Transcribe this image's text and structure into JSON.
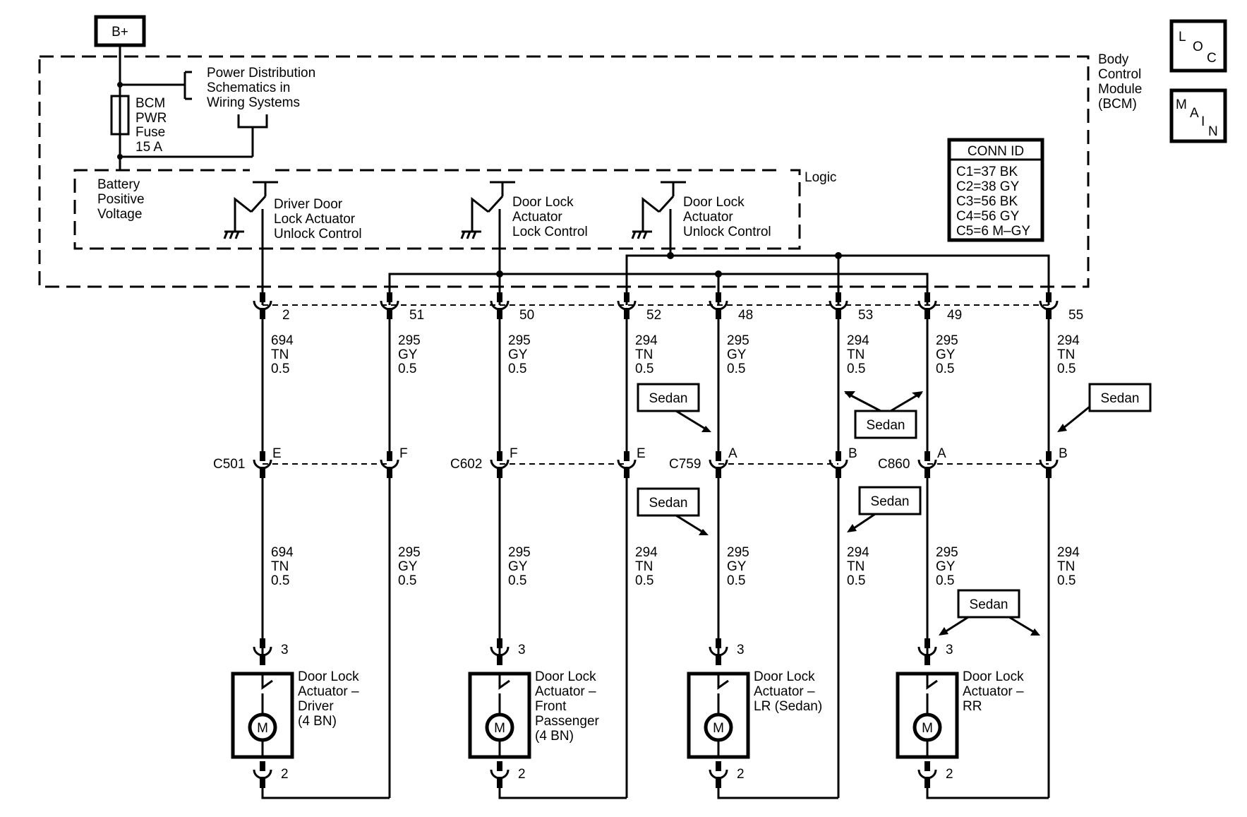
{
  "power": {
    "b_plus": "B+"
  },
  "module": {
    "title": [
      "Body",
      "Control",
      "Module",
      "(BCM)"
    ],
    "logic": "Logic",
    "power_dist": [
      "Power Distribution",
      "Schematics in",
      "Wiring Systems"
    ],
    "fuse": [
      "BCM",
      "PWR",
      "Fuse",
      "15 A"
    ],
    "battery": [
      "Battery",
      "Positive",
      "Voltage"
    ],
    "switches": [
      [
        "Driver Door",
        "Lock Actuator",
        "Unlock Control"
      ],
      [
        "Door Lock",
        "Actuator",
        "Lock Control"
      ],
      [
        "Door Lock",
        "Actuator",
        "Unlock Control"
      ]
    ]
  },
  "conn_id": {
    "title": "CONN ID",
    "rows": [
      "C1=37 BK",
      "C2=38 GY",
      "C3=56 BK",
      "C4=56 GY",
      "C5=6 M–GY"
    ]
  },
  "corner_icons": {
    "loc": [
      "L",
      "O",
      "C"
    ],
    "main": [
      "M",
      "A",
      "I",
      "N"
    ]
  },
  "bcm_pins": [
    "2",
    "51",
    "50",
    "52",
    "48",
    "53",
    "49",
    "55"
  ],
  "wires_upper": [
    [
      "694",
      "TN",
      "0.5"
    ],
    [
      "295",
      "GY",
      "0.5"
    ],
    [
      "295",
      "GY",
      "0.5"
    ],
    [
      "294",
      "TN",
      "0.5"
    ],
    [
      "295",
      "GY",
      "0.5"
    ],
    [
      "294",
      "TN",
      "0.5"
    ],
    [
      "295",
      "GY",
      "0.5"
    ],
    [
      "294",
      "TN",
      "0.5"
    ]
  ],
  "wires_lower": [
    [
      "694",
      "TN",
      "0.5"
    ],
    [
      "295",
      "GY",
      "0.5"
    ],
    [
      "295",
      "GY",
      "0.5"
    ],
    [
      "294",
      "TN",
      "0.5"
    ],
    [
      "295",
      "GY",
      "0.5"
    ],
    [
      "294",
      "TN",
      "0.5"
    ],
    [
      "295",
      "GY",
      "0.5"
    ],
    [
      "294",
      "TN",
      "0.5"
    ]
  ],
  "connectors": {
    "names": [
      "C501",
      "C602",
      "C759",
      "C860"
    ],
    "pins": [
      "E",
      "F",
      "F",
      "E",
      "A",
      "B",
      "A",
      "B"
    ]
  },
  "option_label": "Sedan",
  "actuators": [
    {
      "name": [
        "Door Lock",
        "Actuator –",
        "Driver",
        "(4 BN)"
      ],
      "pin_top": "3",
      "pin_bottom": "2",
      "motor": "M"
    },
    {
      "name": [
        "Door Lock",
        "Actuator –",
        "Front",
        "Passenger",
        "(4 BN)"
      ],
      "pin_top": "3",
      "pin_bottom": "2",
      "motor": "M"
    },
    {
      "name": [
        "Door Lock",
        "Actuator –",
        "LR (Sedan)"
      ],
      "pin_top": "3",
      "pin_bottom": "2",
      "motor": "M"
    },
    {
      "name": [
        "Door Lock",
        "Actuator –",
        "RR"
      ],
      "pin_top": "3",
      "pin_bottom": "2",
      "motor": "M"
    }
  ]
}
